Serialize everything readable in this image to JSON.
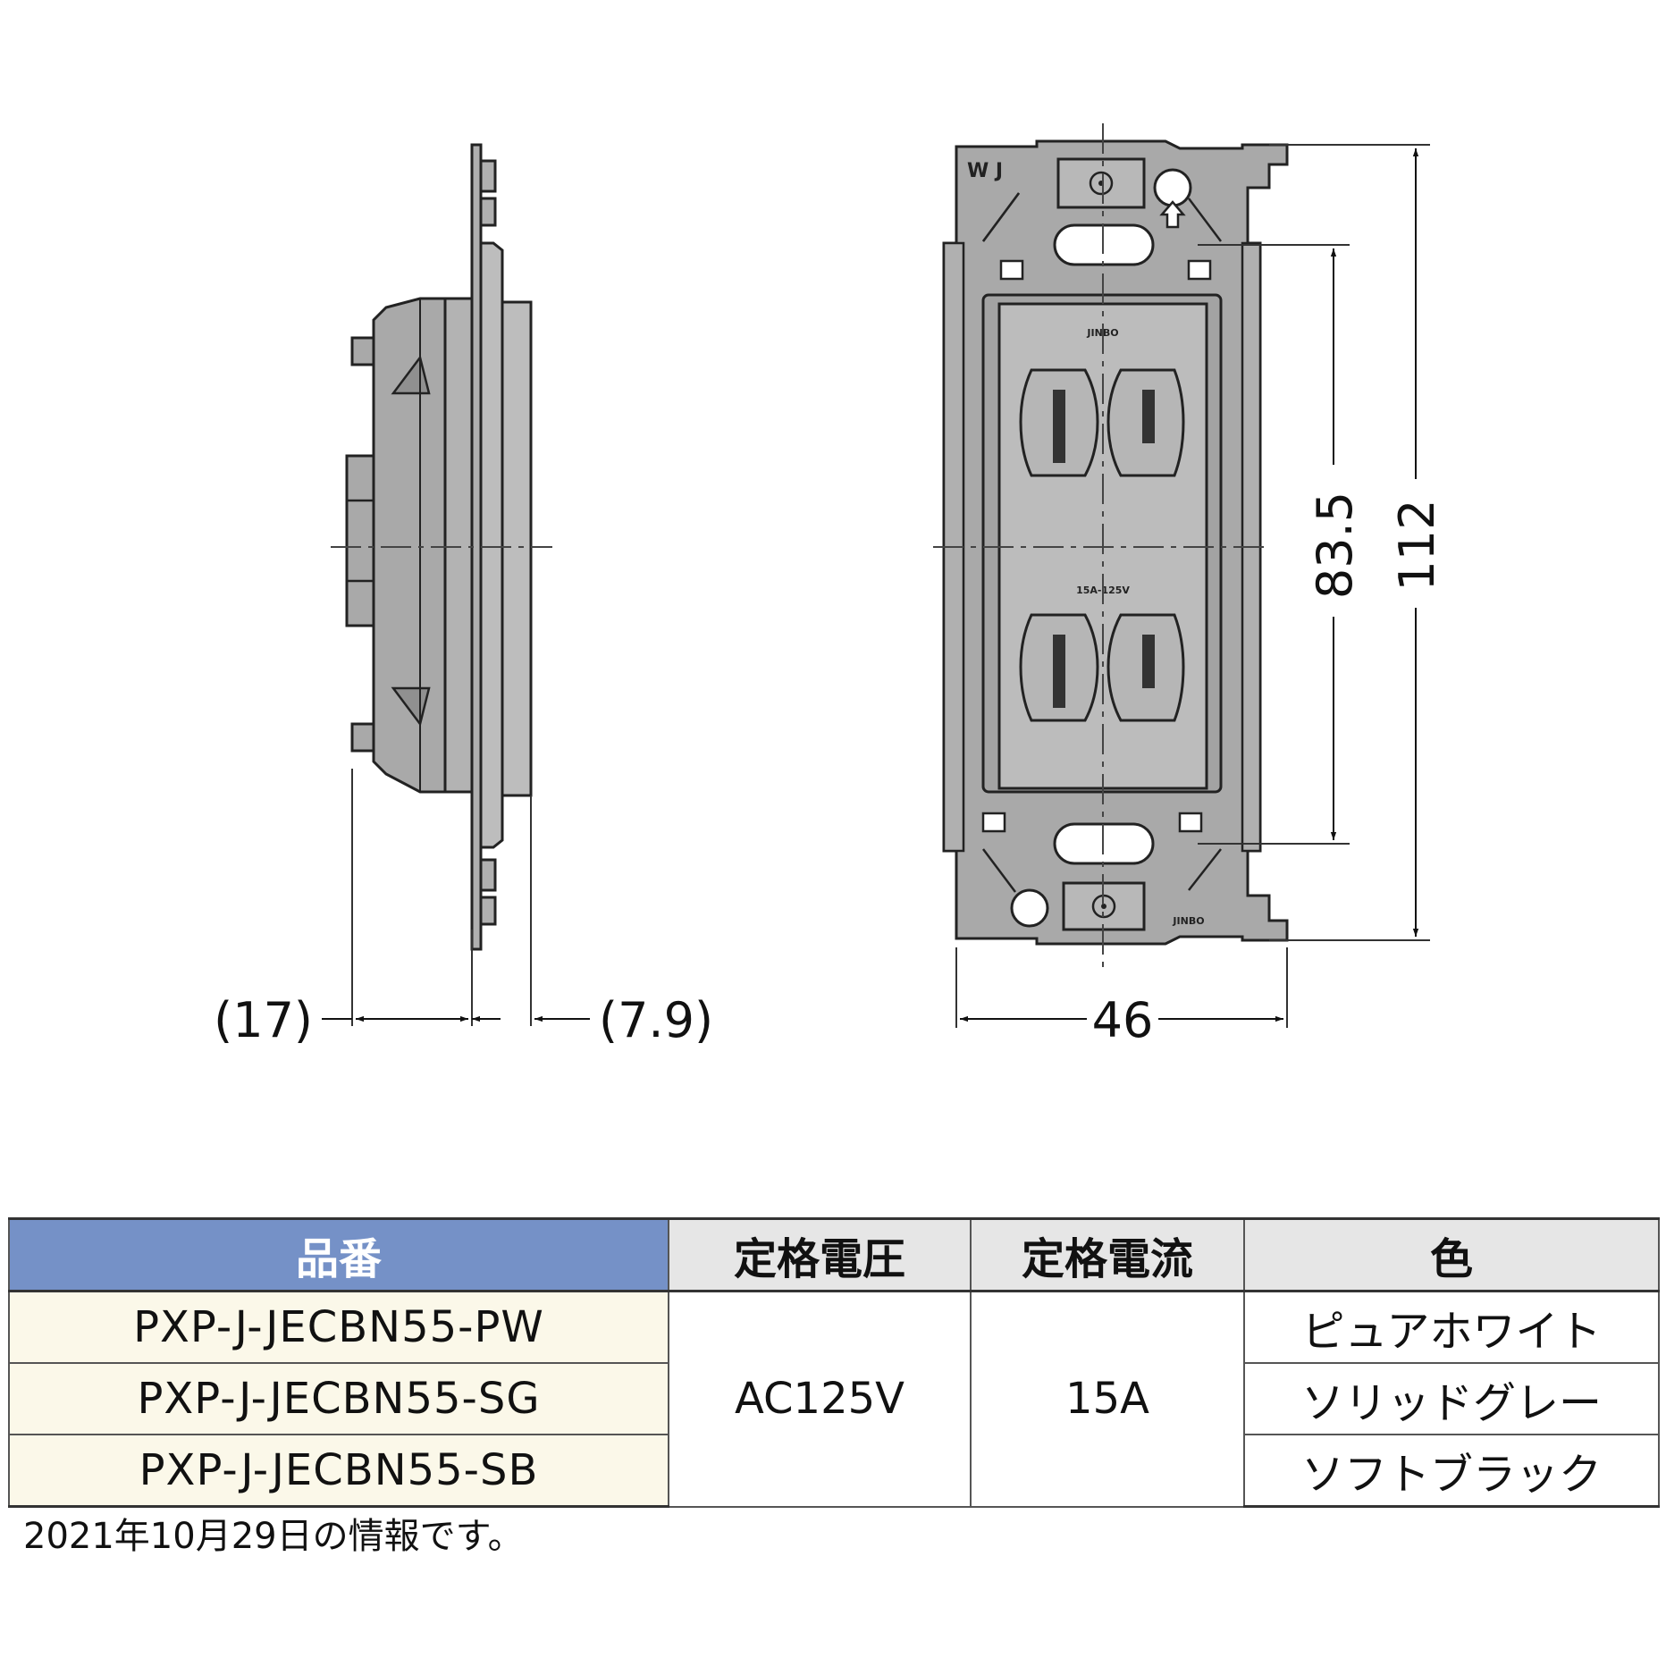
{
  "diagram": {
    "side_view": {
      "dim_left": "(17)",
      "dim_right": "(7.9)"
    },
    "front_view": {
      "top_mark": "W J",
      "brand_top": "JINBO",
      "brand_bottom": "JINBO",
      "rating_mark": "15A-125V",
      "dim_width": "46",
      "dim_pitch": "83.5",
      "dim_height": "112"
    }
  },
  "table": {
    "headers": [
      "品番",
      "定格電圧",
      "定格電流",
      "色"
    ],
    "rows": [
      {
        "part": "PXP-J-JECBN55-PW",
        "color": "ピュアホワイト"
      },
      {
        "part": "PXP-J-JECBN55-SG",
        "color": "ソリッドグレー"
      },
      {
        "part": "PXP-J-JECBN55-SB",
        "color": "ソフトブラック"
      }
    ],
    "voltage": "AC125V",
    "current": "15A"
  },
  "note": "2021年10月29日の情報です。",
  "colors": {
    "header_part_bg": "#7591c7",
    "header_bg": "#e6e6e6",
    "part_cell_bg": "#fbf8e9",
    "body_gray": "#a8a8a8",
    "plate_gray": "#b8b8b8"
  }
}
